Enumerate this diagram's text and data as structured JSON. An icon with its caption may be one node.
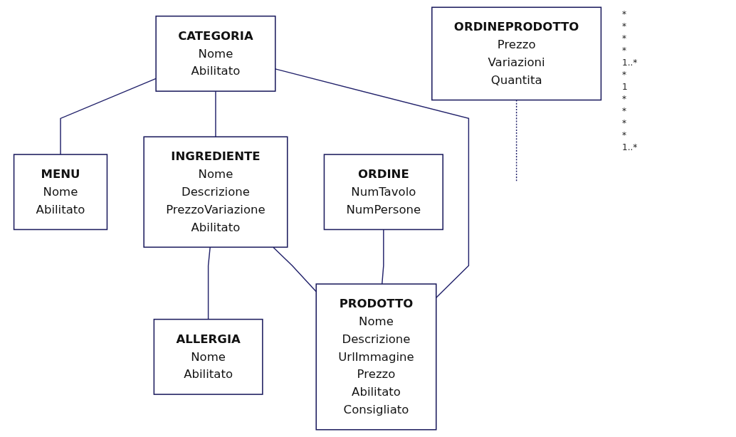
{
  "diagram": {
    "nodes": [
      {
        "text": [
          "CATEGORIA",
          "Nome",
          "Abilitato"
        ]
      },
      {
        "text": [
          "INGREDIENTE",
          "Nome",
          "Descrizione",
          "PrezzoVariazione",
          "Abilitato"
        ]
      },
      {
        "text": [
          "ALLERGIA",
          "Nome",
          "Abilitato"
        ]
      },
      {
        "text": [
          "MENU",
          "Nome",
          "Abilitato"
        ]
      },
      {
        "text": [
          "PRODOTTO",
          "Nome",
          "Descrizione",
          "UrlImmagine",
          "Prezzo",
          "Abilitato",
          "Consigliato"
        ]
      },
      {
        "text": [
          "ORDINE",
          "NumTavolo",
          "NumPersone"
        ]
      },
      {
        "text": [
          "ORDINEPRODOTTO",
          "Prezzo",
          "Variazioni",
          "Quantita"
        ]
      }
    ],
    "edges": [
      {
        "from": 0,
        "to": 3,
        "arrow": "none"
      },
      {
        "from": 0,
        "to": 1,
        "arrow": "none"
      },
      {
        "from": 1,
        "to": 2,
        "arrow": "none"
      },
      {
        "from": 0,
        "to": 4,
        "arrow": "none"
      },
      {
        "from": 1,
        "to": 4,
        "arrow": "none"
      },
      {
        "from": 5,
        "to": 4,
        "arrow": "none"
      },
      {
        "from": 6,
        "to": null,
        "arrow": "none",
        "style": "dashed"
      }
    ],
    "labels": [
      "*",
      "*",
      "*",
      "*",
      "1..*",
      "*",
      "1",
      "*",
      "*",
      "*",
      "*",
      "1..*"
    ]
  }
}
